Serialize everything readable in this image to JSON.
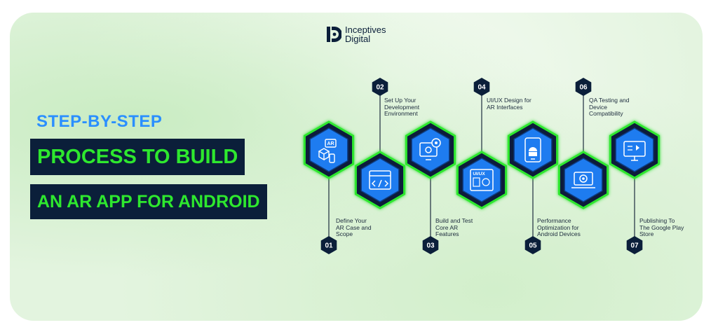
{
  "brand": {
    "line1": "Inceptives",
    "line2": "Digital"
  },
  "heading": {
    "small": "STEP-BY-STEP",
    "line1": "PROCESS TO BUILD",
    "line2": "AN AR APP FOR ANDROID"
  },
  "steps": [
    {
      "num": "01",
      "label": "Define Your AR Case and Scope",
      "icon": "ar-cube-icon"
    },
    {
      "num": "02",
      "label": "Set Up Your Development Environment",
      "icon": "code-browser-icon"
    },
    {
      "num": "03",
      "label": "Build and Test Core AR Features",
      "icon": "gear-monitor-icon"
    },
    {
      "num": "04",
      "label": "UI/UX Design for AR Interfaces",
      "icon": "ui-ux-screen-icon"
    },
    {
      "num": "05",
      "label": "Performance Optimization for Android Devices",
      "icon": "android-phone-icon"
    },
    {
      "num": "06",
      "label": "QA Testing and Device Compatibility",
      "icon": "laptop-settings-icon"
    },
    {
      "num": "07",
      "label": "Publishing To The Google Play Store",
      "icon": "play-store-monitor-icon"
    }
  ],
  "icon_text": {
    "ar": "AR",
    "uiux": "UI/UX"
  },
  "colors": {
    "navy": "#0b1f3a",
    "green": "#2ee82e",
    "blue": "#1e7cf0",
    "accent_blue": "#2b8fff"
  }
}
